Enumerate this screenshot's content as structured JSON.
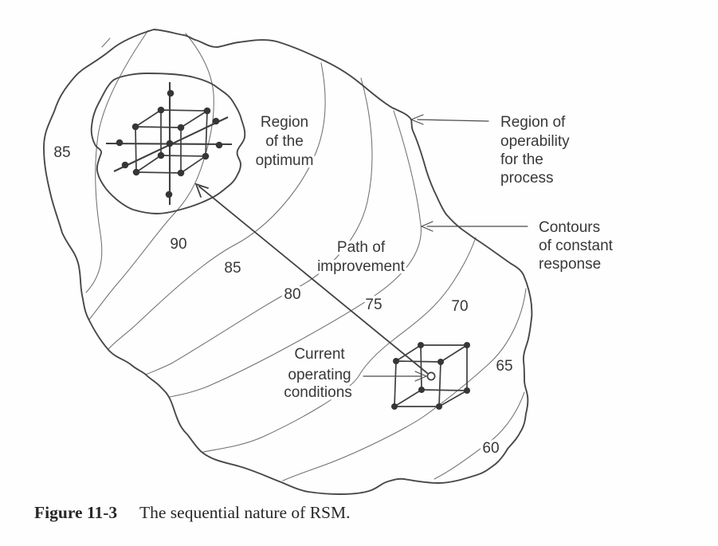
{
  "figure": {
    "caption": {
      "label": "Figure 11-3",
      "text": "The sequential nature of RSM."
    },
    "contour_labels": [
      "85",
      "90",
      "85",
      "80",
      "75",
      "70",
      "65",
      "60"
    ],
    "annotations": {
      "region_of_optimum": {
        "lines": [
          "Region",
          "of the",
          "optimum"
        ]
      },
      "region_of_operability": {
        "lines": [
          "Region of",
          "operability",
          "for the",
          "process"
        ]
      },
      "contours_of_response": {
        "lines": [
          "Contours",
          "of constant",
          "response"
        ]
      },
      "path_of_improvement": {
        "lines": [
          "Path of",
          "improvement"
        ]
      },
      "current_conditions": {
        "lines": [
          "Current",
          "operating",
          "conditions"
        ]
      }
    },
    "ink_color": "#424242",
    "contour_color": "#707070",
    "background_color": "#fefefe"
  }
}
